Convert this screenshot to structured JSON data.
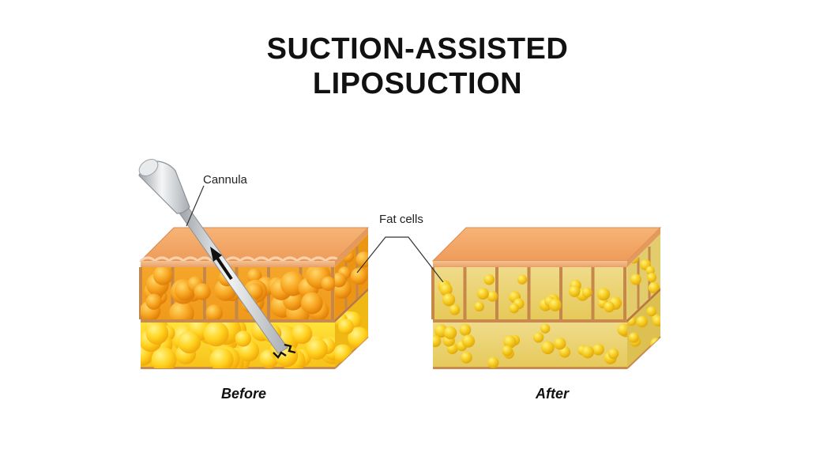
{
  "title": {
    "line1": "SUCTION-ASSISTED",
    "line2": "LIPOSUCTION"
  },
  "labels": {
    "cannula": "Cannula",
    "fat_cells": "Fat cells"
  },
  "captions": {
    "before": "Before",
    "after": "After"
  },
  "colors": {
    "skin_top": "#f0a15c",
    "skin_band": "#d98a52",
    "fat_orange": "#f5a31c",
    "fat_yellow": "#ffd21e",
    "fat_after": "#e8c84a",
    "cannula": "#cfd2d6"
  }
}
